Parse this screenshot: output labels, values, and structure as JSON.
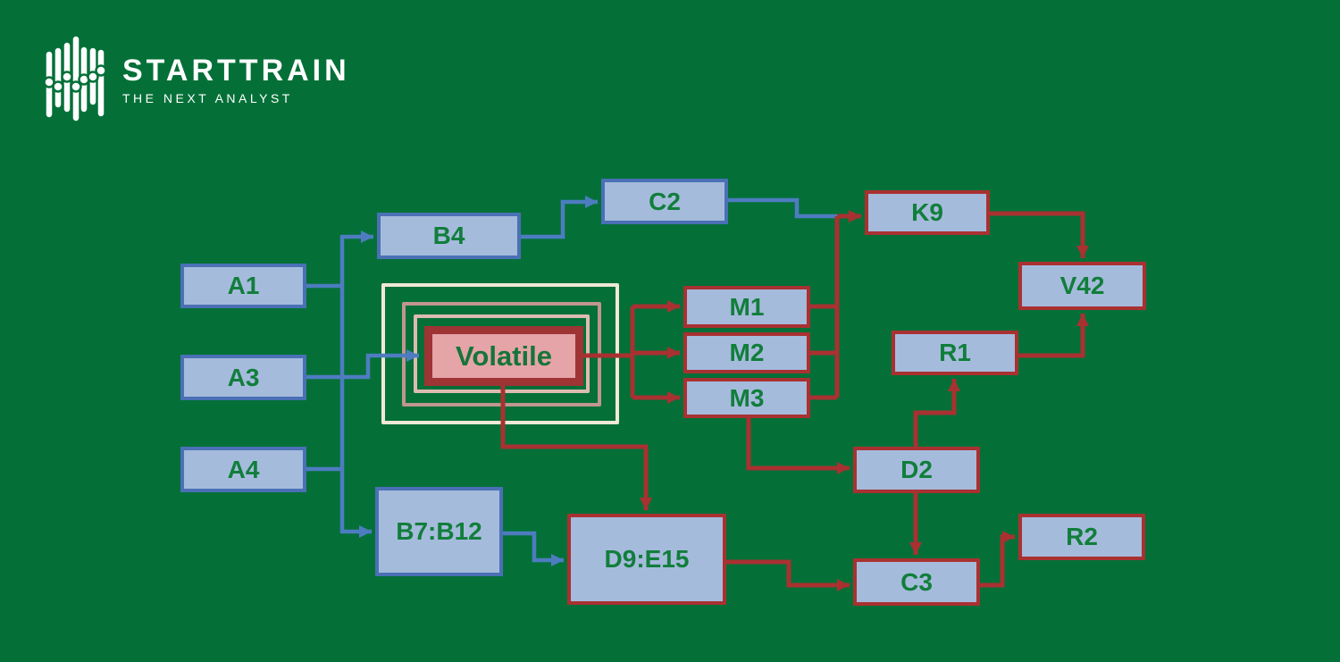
{
  "brand": {
    "name": "STARTTRAIN",
    "tagline": "THE NEXT ANALYST"
  },
  "colors": {
    "background": "#047038",
    "node_fill": "#a5bbdc",
    "blue_border": "#4a70b5",
    "blue_line": "#4e7cc0",
    "red_line": "#a93131",
    "node_text_green": "#117e3b",
    "volatile_fill": "#e5a4a8",
    "volatile_frame": "#9e3434",
    "ring_outer": "#efe9d7",
    "ring_mid": "#c0968f",
    "ring_inner": "#dcbcb1",
    "logo_white": "#ffffff"
  },
  "diagram": {
    "nodes": {
      "a1": {
        "label": "A1"
      },
      "a3": {
        "label": "A3"
      },
      "a4": {
        "label": "A4"
      },
      "b4": {
        "label": "B4"
      },
      "c2": {
        "label": "C2"
      },
      "b7b12": {
        "label": "B7:B12"
      },
      "volatile": {
        "label": "Volatile"
      },
      "m1": {
        "label": "M1"
      },
      "m2": {
        "label": "M2"
      },
      "m3": {
        "label": "M3"
      },
      "k9": {
        "label": "K9"
      },
      "v42": {
        "label": "V42"
      },
      "r1": {
        "label": "R1"
      },
      "d2": {
        "label": "D2"
      },
      "d9e15": {
        "label": "D9:E15"
      },
      "c3": {
        "label": "C3"
      },
      "r2": {
        "label": "R2"
      }
    },
    "edges": [
      {
        "from": "A1",
        "to": "trunk",
        "color": "blue"
      },
      {
        "from": "A3",
        "to": "trunk",
        "color": "blue"
      },
      {
        "from": "A4",
        "to": "trunk",
        "color": "blue"
      },
      {
        "from": "trunk",
        "to": "B4",
        "color": "blue"
      },
      {
        "from": "trunk",
        "to": "B7:B12",
        "color": "blue"
      },
      {
        "from": "A3",
        "to": "Volatile",
        "color": "blue"
      },
      {
        "from": "B4",
        "to": "C2",
        "color": "blue"
      },
      {
        "from": "C2",
        "to": "K9",
        "color": "blue"
      },
      {
        "from": "Volatile",
        "to": "M1",
        "color": "red"
      },
      {
        "from": "Volatile",
        "to": "M2",
        "color": "red"
      },
      {
        "from": "Volatile",
        "to": "M3",
        "color": "red"
      },
      {
        "from": "M1",
        "to": "K9",
        "color": "red"
      },
      {
        "from": "M2",
        "to": "K9",
        "color": "red"
      },
      {
        "from": "M3",
        "to": "K9",
        "color": "red"
      },
      {
        "from": "M3",
        "to": "D2",
        "color": "red"
      },
      {
        "from": "K9",
        "to": "V42",
        "color": "red"
      },
      {
        "from": "R1",
        "to": "V42",
        "color": "red"
      },
      {
        "from": "D2",
        "to": "R1",
        "color": "red"
      },
      {
        "from": "D2",
        "to": "C3",
        "color": "red"
      },
      {
        "from": "Volatile",
        "to": "D9:E15",
        "color": "red"
      },
      {
        "from": "B7:B12",
        "to": "D9:E15",
        "color": "blue"
      },
      {
        "from": "D9:E15",
        "to": "C3",
        "color": "red"
      },
      {
        "from": "C3",
        "to": "R2",
        "color": "red"
      }
    ]
  }
}
